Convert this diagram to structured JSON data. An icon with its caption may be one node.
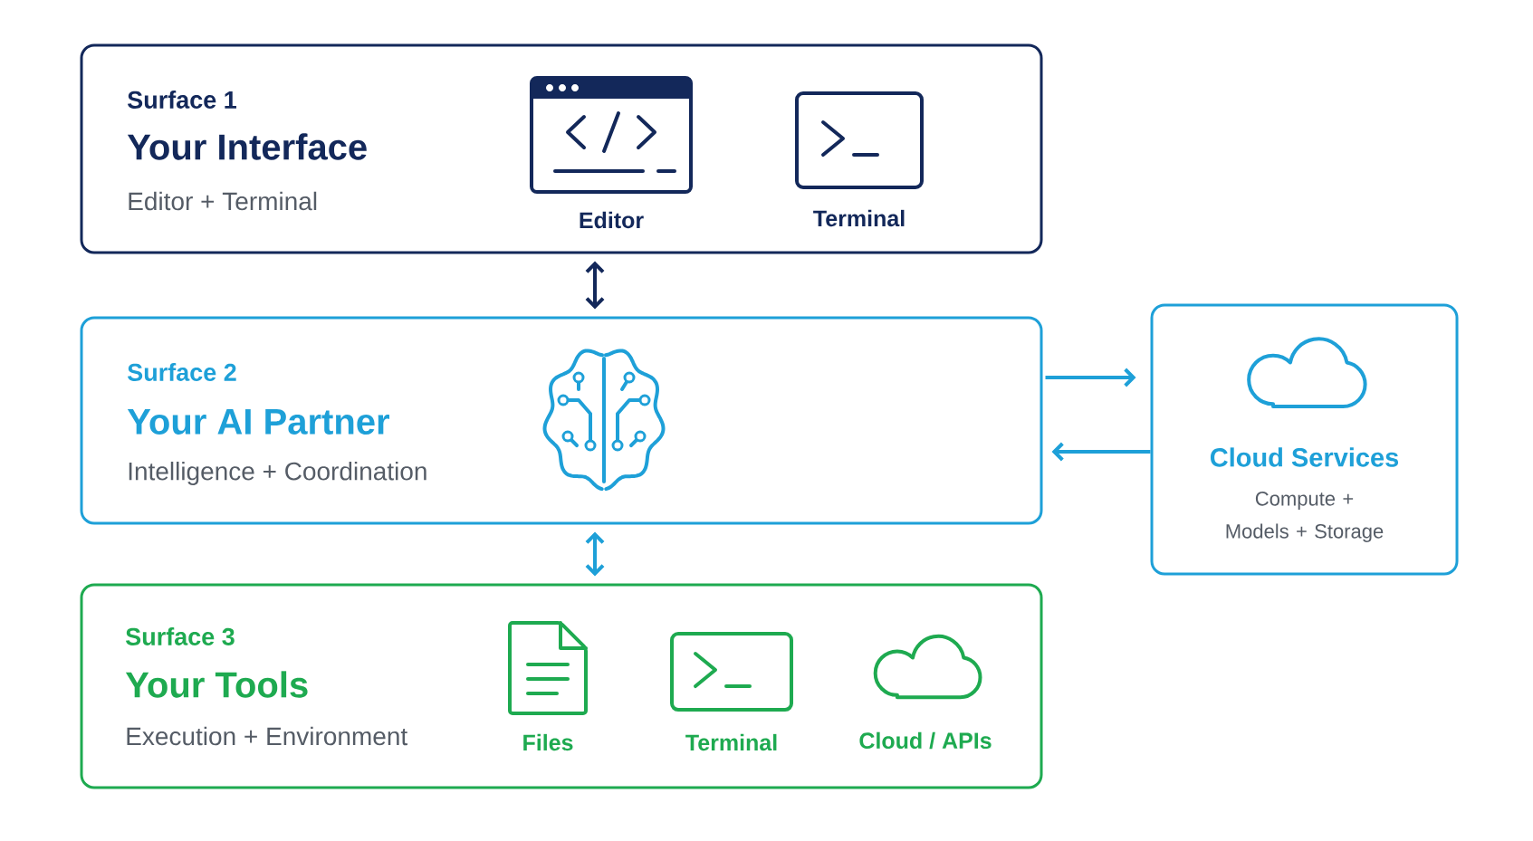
{
  "diagram": {
    "nodes": [
      {
        "text": [
          "Surface 1",
          "Your Interface",
          "Editor + Terminal"
        ]
      },
      {
        "text": [
          "Editor"
        ],
        "in": 0
      },
      {
        "text": [
          "Terminal"
        ],
        "in": 0
      },
      {
        "text": [
          "Surface 2",
          "Your AI Partner",
          "Intelligence + Coordination"
        ]
      },
      {
        "text": [
          "Cloud Services",
          "Compute + Models + Storage"
        ]
      },
      {
        "text": [
          "Surface 3",
          "Your Tools",
          "Execution + Environment"
        ]
      },
      {
        "text": [
          "Files"
        ],
        "in": 5
      },
      {
        "text": [
          "Terminal"
        ],
        "in": 5
      },
      {
        "text": [
          "Cloud / APIs"
        ],
        "in": 5
      }
    ],
    "edges": [
      {
        "from": 0,
        "to": 3,
        "arrow": "both",
        "color": "#13285a"
      },
      {
        "from": 3,
        "to": 4,
        "arrow": "to"
      },
      {
        "from": 4,
        "to": 3,
        "arrow": "to"
      },
      {
        "from": 3,
        "to": 5,
        "arrow": "both"
      }
    ]
  }
}
